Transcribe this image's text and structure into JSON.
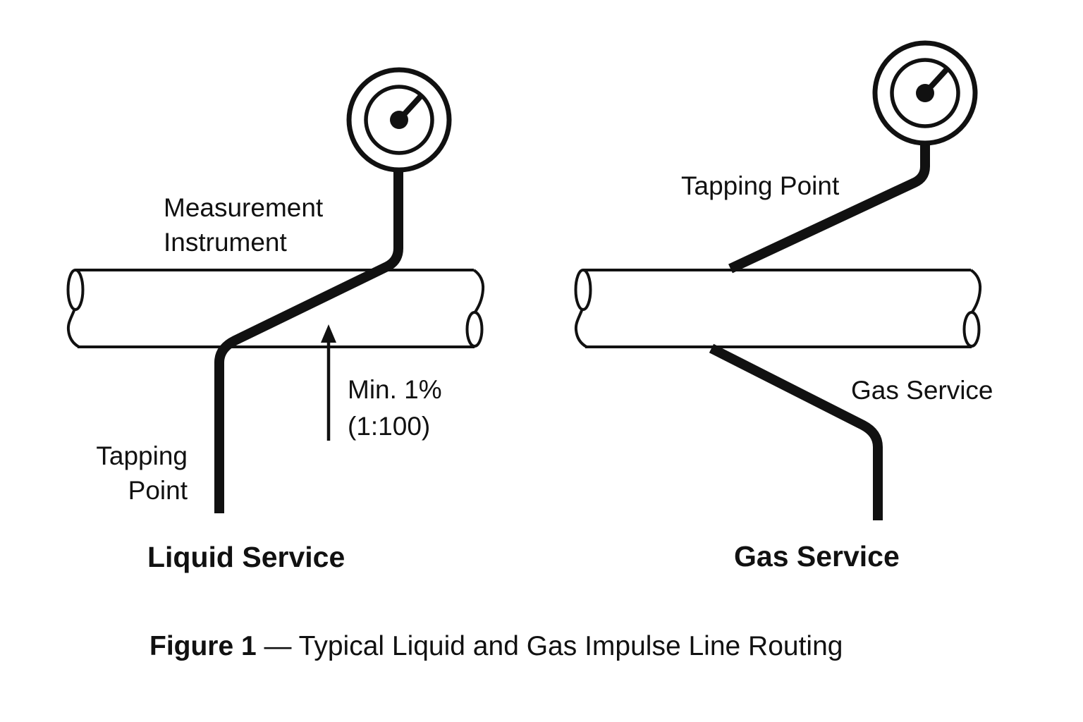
{
  "background_color": "#ffffff",
  "line_color": "#111111",
  "figure_caption": {
    "label": "Figure 1",
    "text": " — Typical Liquid and Gas Impulse Line Routing"
  },
  "liquid_diagram": {
    "title": "Liquid Service",
    "instrument_label": {
      "line1": "Measurement",
      "line2": "Instrument"
    },
    "tapping_point_label": {
      "line1": "Tapping",
      "line2": "Point"
    },
    "slope_annotation": {
      "line1": "Min. 1%",
      "line2": "(1:100)"
    },
    "gauge_icon": "pressure-gauge"
  },
  "gas_diagram": {
    "title": "Gas Service",
    "tapping_point_label": "Tapping Point",
    "service_label": "Gas Service",
    "gauge_icon": "pressure-gauge"
  }
}
